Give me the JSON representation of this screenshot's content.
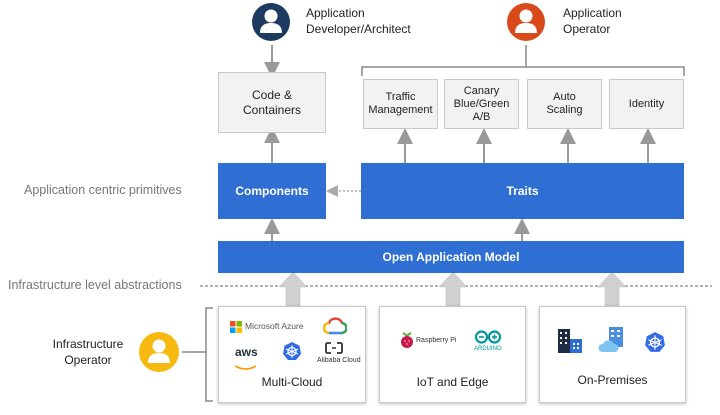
{
  "roles": {
    "developer": "Application\nDeveloper/Architect",
    "operator": "Application\nOperator",
    "infra_operator": "Infrastructure\nOperator"
  },
  "top_boxes": {
    "code_containers": "Code &\nContainers",
    "traffic": "Traffic\nManagement",
    "canary": "Canary\nBlue/Green\nA/B",
    "autoscale": "Auto\nScaling",
    "identity": "Identity"
  },
  "blue_boxes": {
    "components": "Components",
    "traits": "Traits",
    "oam": "Open Application Model"
  },
  "side_labels": {
    "app_primitives": "Application centric primitives",
    "infra_abstractions": "Infrastructure level abstractions"
  },
  "infra_cards": {
    "multicloud": {
      "label": "Multi-Cloud",
      "azure": "Microsoft Azure",
      "aws": "aws",
      "alibaba": "Alibaba Cloud"
    },
    "iot": {
      "label": "IoT and Edge",
      "raspberry": "Raspberry Pi",
      "arduino": "ARDUINO"
    },
    "onprem": {
      "label": "On-Premises"
    }
  },
  "colors": {
    "blue": "#2f6fd3",
    "developer_avatar": "#1f3a60",
    "operator_avatar": "#d94a1a",
    "infra_avatar": "#f6b90f"
  }
}
